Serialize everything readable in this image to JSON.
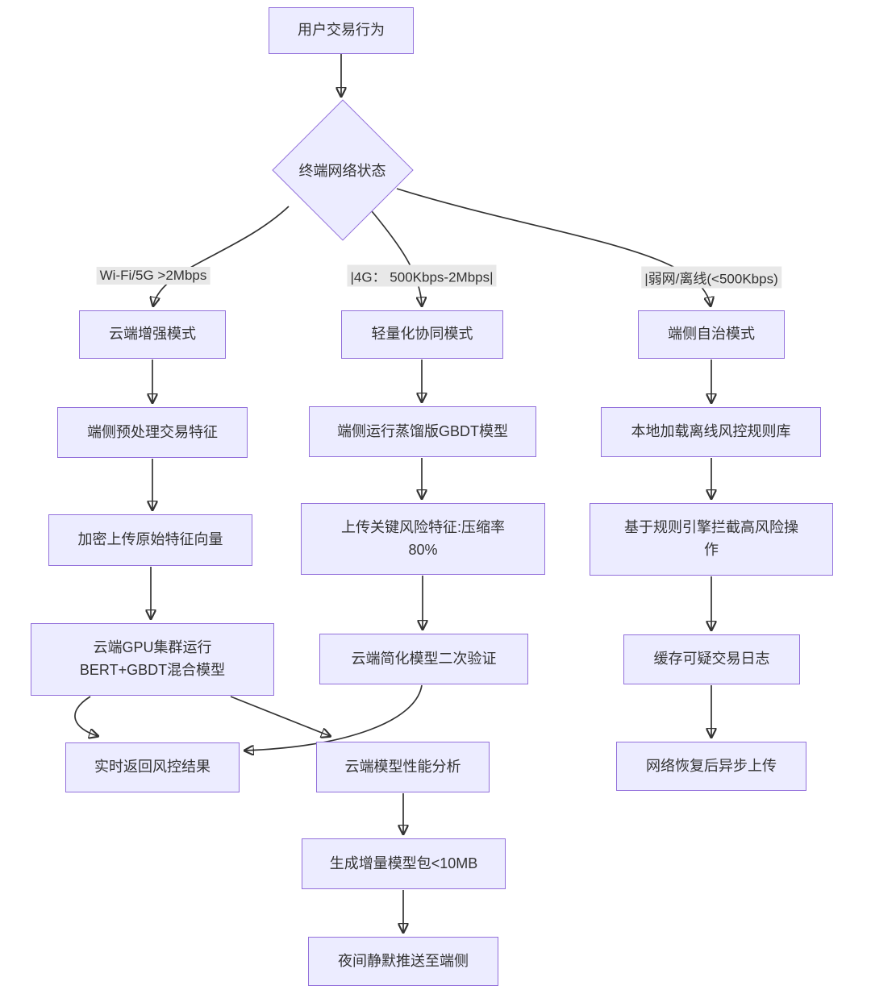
{
  "diagram": {
    "colors": {
      "node_fill": "#ECECFF",
      "node_border": "#9370DB",
      "edge": "#333333",
      "edge_label_bg": "#e8e8e8",
      "text": "#333333",
      "background": "#ffffff"
    },
    "nodes": {
      "user_action": "用户交易行为",
      "network_status": "终端网络状态",
      "cloud_mode": "云端增强模式",
      "light_mode": "轻量化协同模式",
      "edge_mode": "端侧自治模式",
      "preprocess": "端侧预处理交易特征",
      "distilled_gbdt": "端侧运行蒸馏版GBDT模型",
      "local_rules": "本地加载离线风控规则库",
      "encrypt_upload": "加密上传原始特征向量",
      "upload_features": "上传关键风险特征:压缩率\n80%",
      "rule_engine": "基于规则引擎拦截高风险操\n作",
      "gpu_cluster": "云端GPU集群运行\nBERT+GBDT混合模型",
      "cloud_verify": "云端简化模型二次验证",
      "cache_logs": "缓存可疑交易日志",
      "realtime_result": "实时返回风控结果",
      "perf_analysis": "云端模型性能分析",
      "async_upload": "网络恢复后异步上传",
      "model_package": "生成增量模型包<10MB",
      "night_push": "夜间静默推送至端侧"
    },
    "edge_labels": {
      "wifi": "Wi-Fi/5G >2Mbps",
      "cellular_4g": "|4G： 500Kbps-2Mbps|",
      "weak_offline": "|弱网/离线(<500Kbps)"
    }
  }
}
